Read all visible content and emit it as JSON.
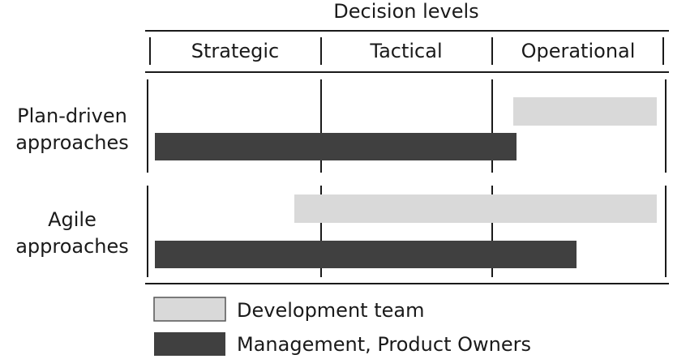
{
  "header": {
    "title": "Decision levels",
    "columns": [
      "Strategic",
      "Tactical",
      "Operational"
    ]
  },
  "rows": [
    {
      "label_lines": [
        "Plan-driven",
        "approaches"
      ]
    },
    {
      "label_lines": [
        "Agile",
        "approaches"
      ]
    }
  ],
  "legend": {
    "development_team": "Development team",
    "management": "Management, Product Owners"
  },
  "colors": {
    "development_team": "#d9d9d9",
    "management": "#404040",
    "lines": "#1a1a1a"
  }
}
